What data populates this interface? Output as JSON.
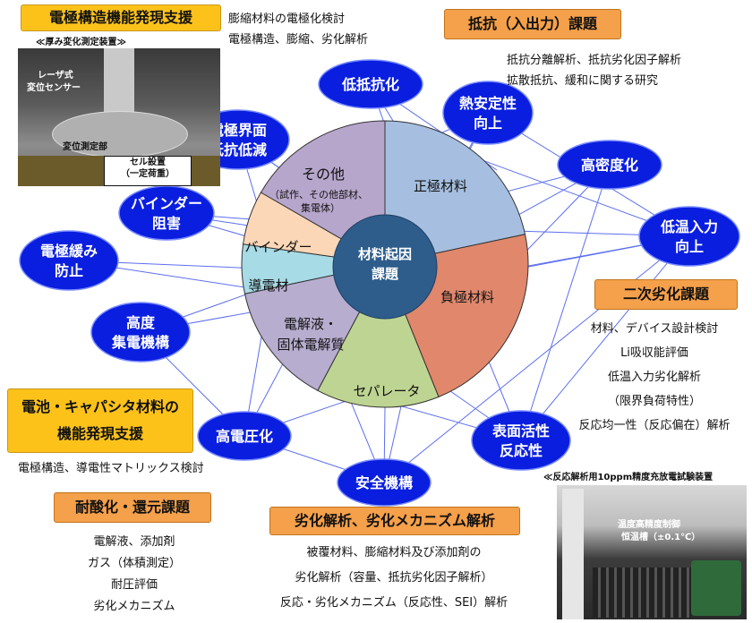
{
  "center": {
    "lines": [
      "材料起因",
      "課題"
    ]
  },
  "pie_labels": {
    "positive": "正極材料",
    "negative": "負極材料",
    "separator": "セパレータ",
    "electrolyte": [
      "電解液・",
      "固体電解質"
    ],
    "conductive": "導電材",
    "binder": "バインダー",
    "other_title": "その他",
    "other_sub": [
      "（試作、その他部材、",
      "集電体）"
    ]
  },
  "bubbles": {
    "low_resistance": [
      "低抵抗化"
    ],
    "thermal_stability": [
      "熱安定性",
      "向上"
    ],
    "high_density": [
      "高密度化"
    ],
    "low_temp_io": [
      "低温入力",
      "向上"
    ],
    "surface_activity": [
      "表面活性",
      "反応性"
    ],
    "safety": [
      "安全機構"
    ],
    "high_voltage": [
      "高電圧化"
    ],
    "current_collector": [
      "高度",
      "集電機構"
    ],
    "electrode_relax": [
      "電極緩み",
      "防止"
    ],
    "binder_hindrance": [
      "バインダー",
      "阻害"
    ],
    "interface_resistance": [
      "電極界面",
      "抵抗低減"
    ]
  },
  "boxes": {
    "electrode_structure": "電極構造機能発現支援",
    "resistance_io": "抵抗（入出力）課題",
    "secondary_degradation": "二次劣化課題",
    "battery_capacitor": [
      "電池・キャパシタ材料の",
      "機能発現支援"
    ],
    "redox": "耐酸化・還元課題",
    "degradation_analysis": "劣化解析、劣化メカニズム解析"
  },
  "texts": {
    "top_center": [
      "膨縮材料の電極化検討",
      "電極構造、膨縮、劣化解析"
    ],
    "resistance": [
      "抵抗分離解析、抵抗劣化因子解析",
      "拡散抵抗、緩和に関する研究"
    ],
    "secondary": [
      "材料、デバイス設計検討",
      "Li吸収能評価",
      "低温入力劣化解析",
      "（限界負荷特性）",
      "反応均一性（反応偏在）解析"
    ],
    "battery_capacitor": "電極構造、導電性マトリックス検討",
    "redox": [
      "電解液、添加剤",
      "ガス（体積測定）",
      "耐圧評価",
      "劣化メカニズム"
    ],
    "degradation": [
      "被覆材料、膨縮材料及び添加剤の",
      "劣化解析（容量、抵抗劣化因子解析）",
      "反応・劣化メカニズム（反応性、SEI）解析"
    ]
  },
  "photos": {
    "thickness": {
      "caption": "≪厚み変化測定装置≫",
      "labels": [
        "レーザ式",
        "変位センサー",
        "変位測定部",
        "セル設置",
        "（一定荷重）"
      ]
    },
    "reaction": {
      "caption": "≪反応解析用10ppm精度充放電試験装置",
      "labels": [
        "温度高精度制御",
        "恒温槽（±0.1℃）"
      ]
    }
  },
  "colors": {
    "bubble_fill": "#0a1ee0",
    "bubble_stroke": "#7a8cff",
    "line": "#5c6ef0",
    "center": "#2e5d8c",
    "positive": "#a6bfe0",
    "negative": "#e0876c",
    "separator": "#bed492",
    "electrolyte": "#b7adcf",
    "conductive": "#a7dbe6",
    "binder": "#fbd7b7",
    "other": "#b7a6cc"
  }
}
